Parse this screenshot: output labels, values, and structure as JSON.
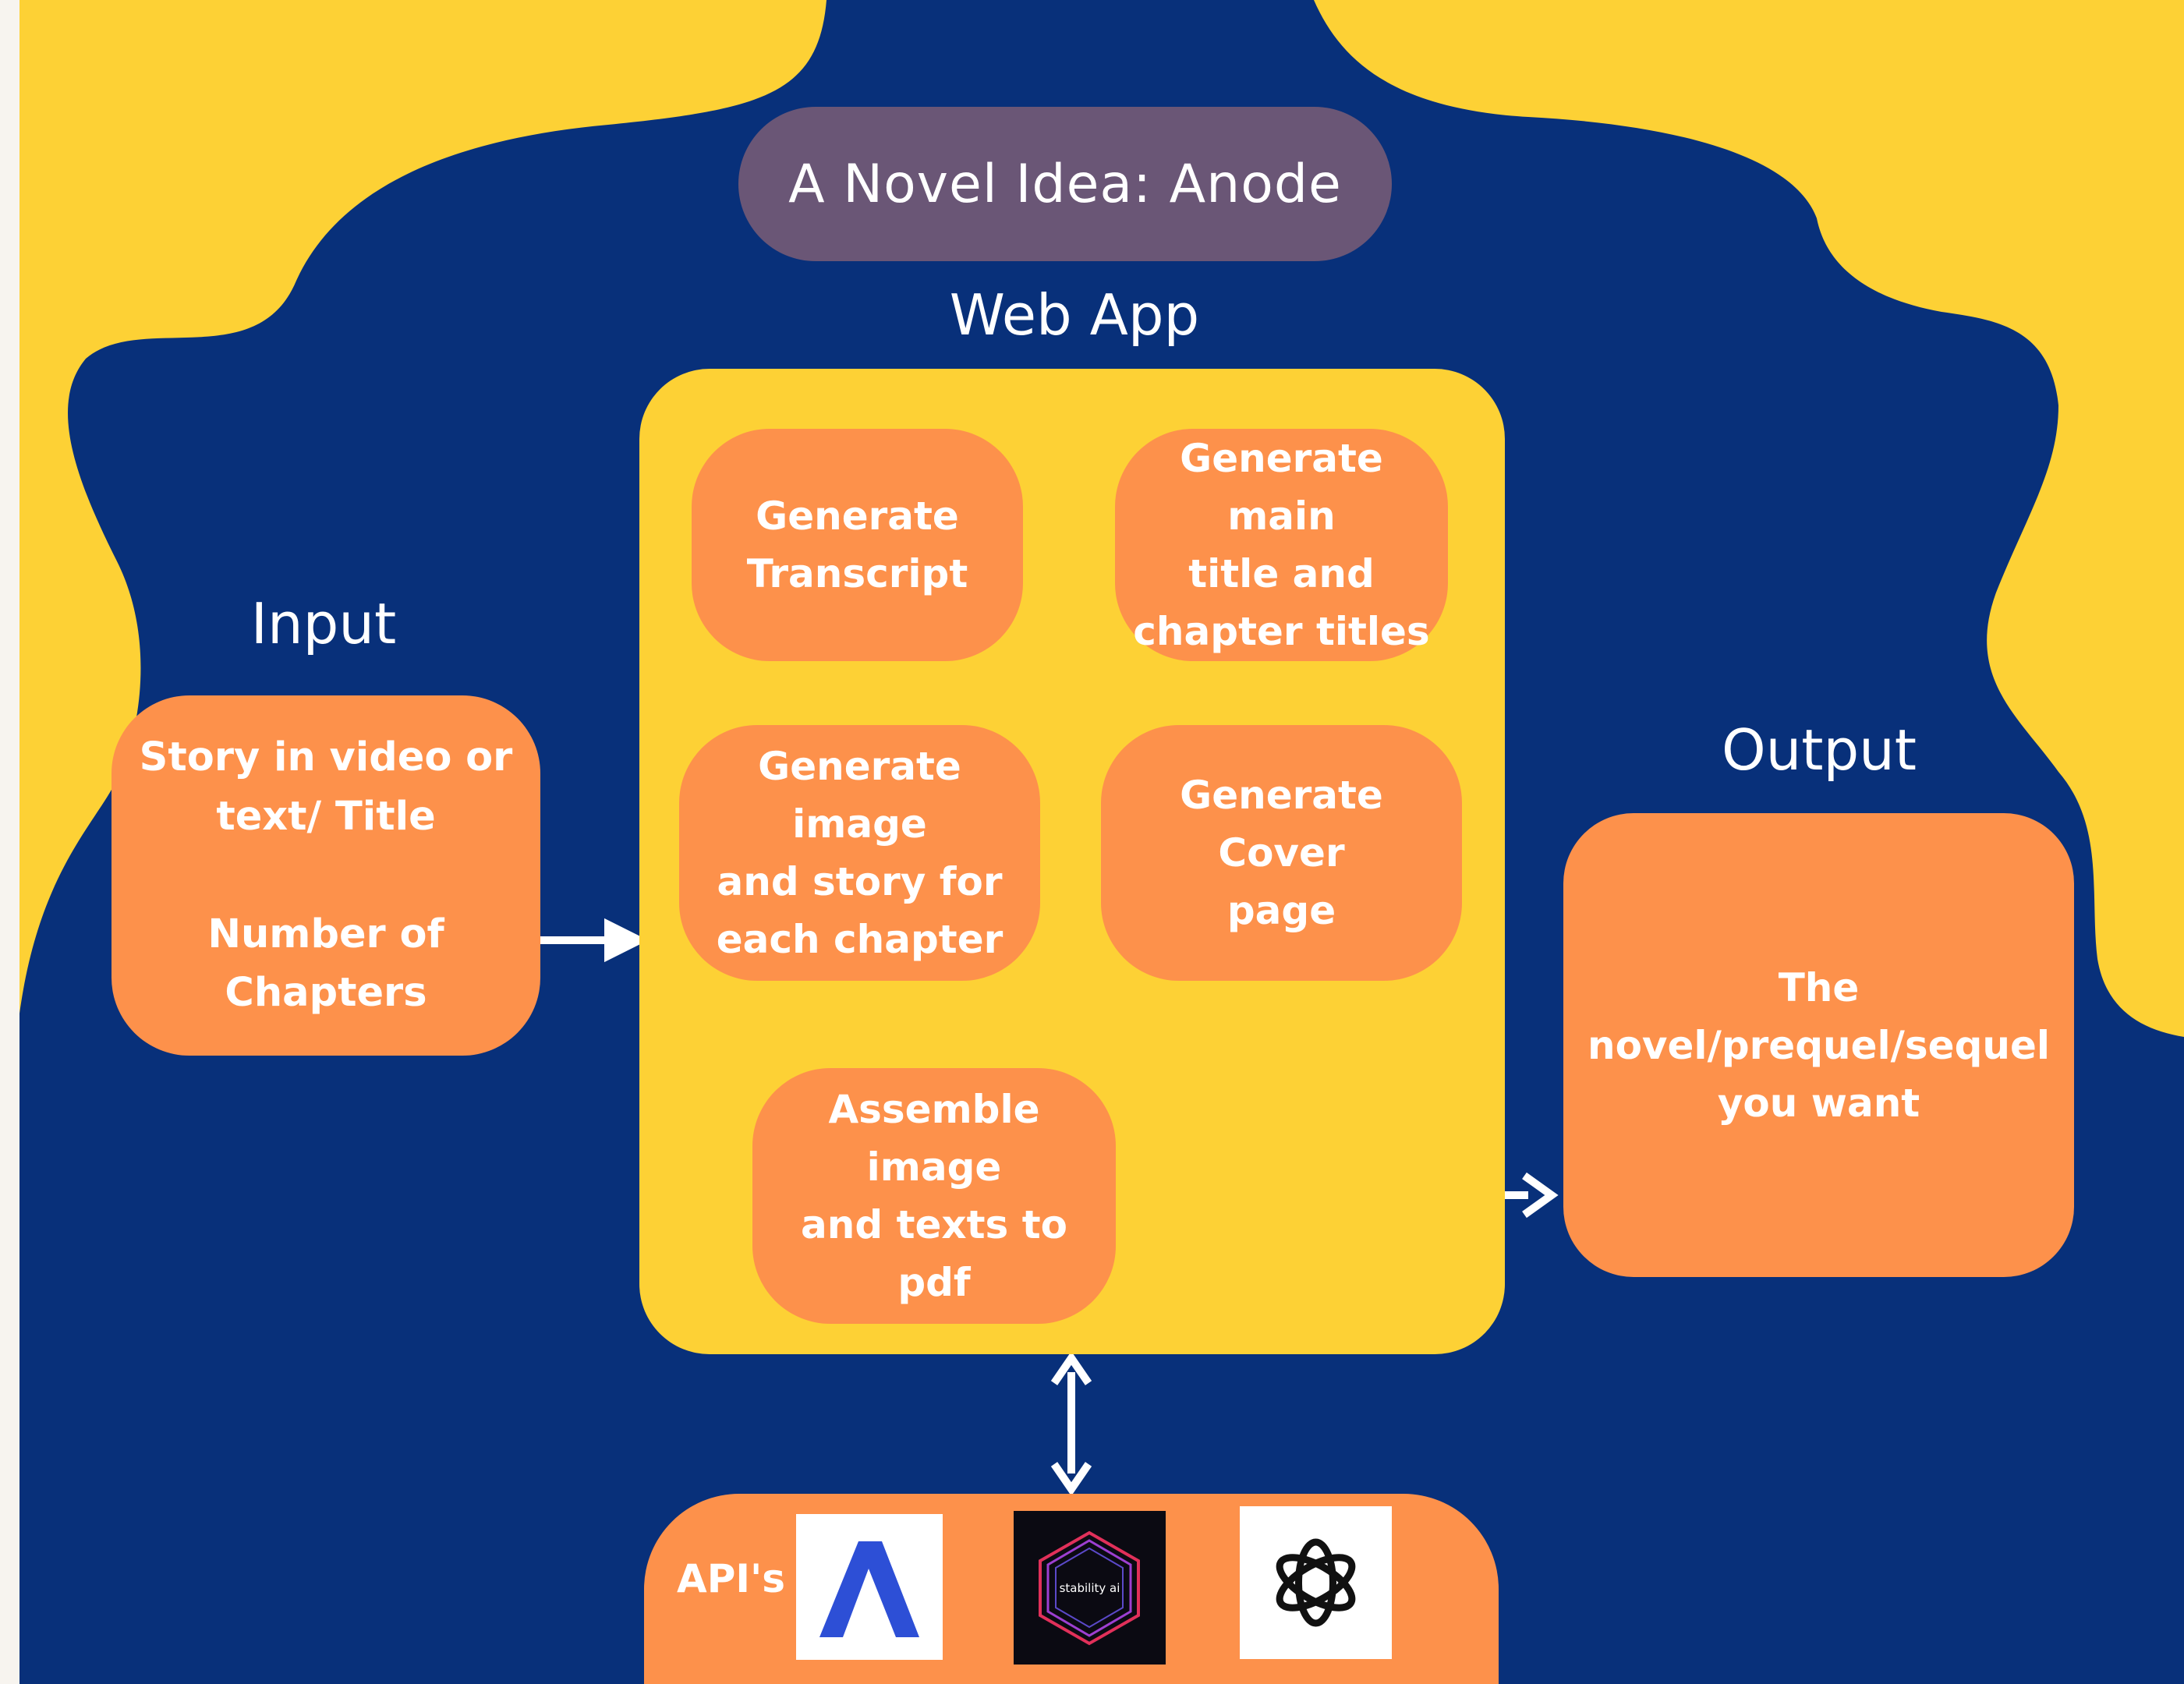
{
  "title": "A Novel Idea: Anode",
  "sections": {
    "web_app": "Web App",
    "input": "Input",
    "output": "Output"
  },
  "boxes": {
    "input": "Story in video or\ntext/ Title\n\nNumber of\nChapters",
    "transcript": "Generate\nTranscript",
    "titles": "Generate main\ntitle and\nchapter titles",
    "cover": "Generate Cover\npage",
    "image_story": "Generate image\nand story for\neach chapter",
    "assemble": "Assemble image\nand texts to pdf",
    "output": "The\nnovel/prequel/sequel\nyou want"
  },
  "apis": {
    "label": "API's",
    "logos": [
      "assemblyai-logo",
      "stability-ai-logo",
      "openai-logo"
    ],
    "stability_text": "stability ai"
  },
  "colors": {
    "yellow": "#fdd135",
    "navy": "#08307a",
    "orange": "#fd914b",
    "purple": "#6a5676",
    "white": "#ffffff"
  }
}
